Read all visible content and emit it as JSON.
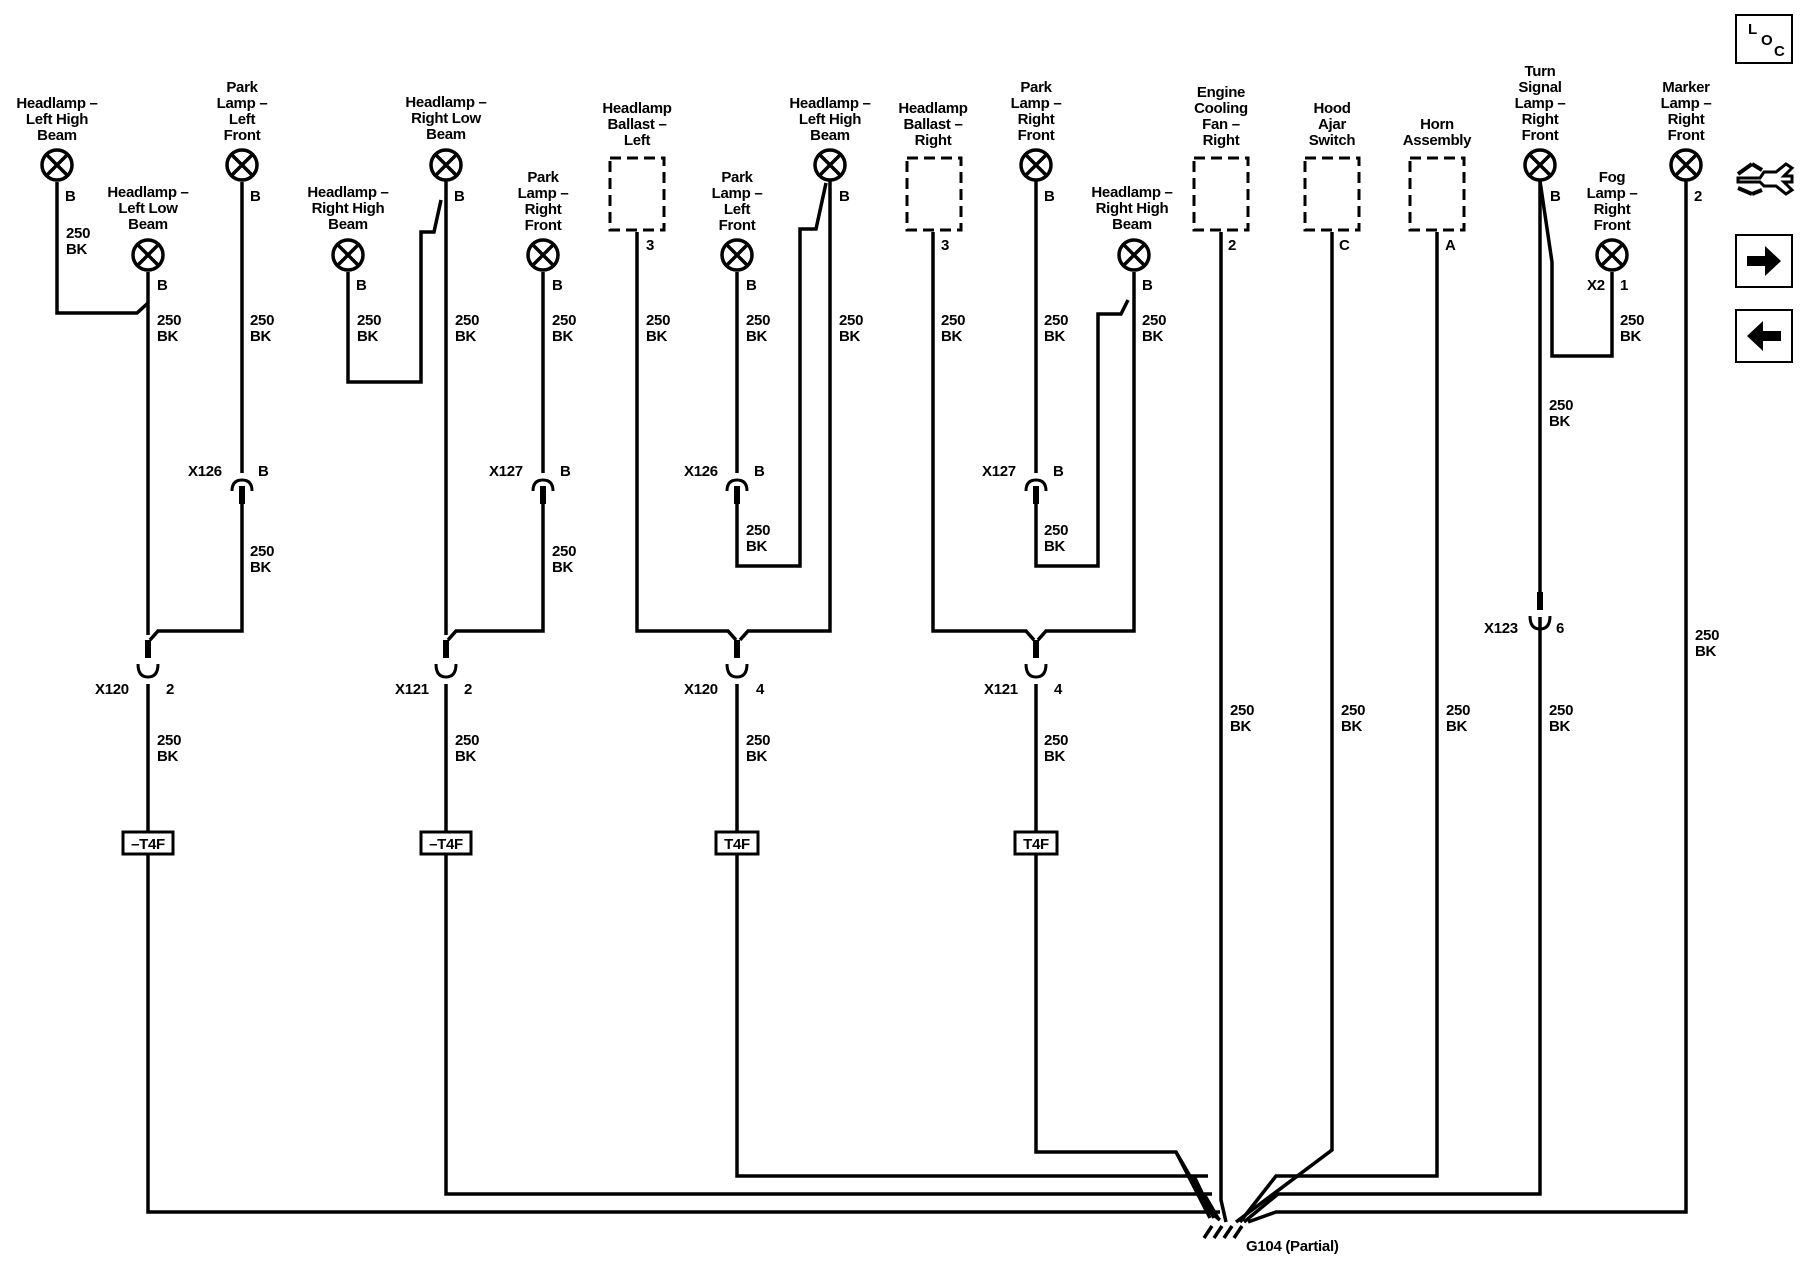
{
  "components": {
    "hl_left_high": [
      "Headlamp –",
      "Left High",
      "Beam"
    ],
    "hl_left_low": [
      "Headlamp –",
      "Left Low",
      "Beam"
    ],
    "park_left_front_1": [
      "Park",
      "Lamp –",
      "Left",
      "Front"
    ],
    "hl_right_high_1": [
      "Headlamp –",
      "Right High",
      "Beam"
    ],
    "hl_right_low": [
      "Headlamp –",
      "Right Low",
      "Beam"
    ],
    "park_right_front_1": [
      "Park",
      "Lamp –",
      "Right",
      "Front"
    ],
    "ballast_left": [
      "Headlamp",
      "Ballast –",
      "Left"
    ],
    "park_left_front_2": [
      "Park",
      "Lamp –",
      "Left",
      "Front"
    ],
    "hl_left_high_2": [
      "Headlamp –",
      "Left High",
      "Beam"
    ],
    "ballast_right": [
      "Headlamp",
      "Ballast –",
      "Right"
    ],
    "park_right_front_2": [
      "Park",
      "Lamp –",
      "Right",
      "Front"
    ],
    "hl_right_high_2": [
      "Headlamp –",
      "Right High",
      "Beam"
    ],
    "cooling_fan": [
      "Engine",
      "Cooling",
      "Fan –",
      "Right"
    ],
    "hood_ajar": [
      "Hood",
      "Ajar",
      "Switch"
    ],
    "horn": [
      "Horn",
      "Assembly"
    ],
    "turn_signal": [
      "Turn",
      "Signal",
      "Lamp –",
      "Right",
      "Front"
    ],
    "fog_lamp": [
      "Fog",
      "Lamp –",
      "Right",
      "Front"
    ],
    "marker_lamp": [
      "Marker",
      "Lamp –",
      "Right",
      "Front"
    ]
  },
  "pins": {
    "B": "B",
    "one": "1",
    "two": "2",
    "three": "3",
    "four": "4",
    "six": "6",
    "A": "A",
    "C": "C"
  },
  "wire": {
    "gauge": "250",
    "color": "BK"
  },
  "connectors": {
    "x120": "X120",
    "x121": "X121",
    "x126": "X126",
    "x127": "X127",
    "x123": "X123",
    "x2": "X2"
  },
  "splices": {
    "neg_t4f": "–T4F",
    "t4f": "T4F"
  },
  "ground": {
    "label": "G104 (Partial)"
  },
  "side_panel": {
    "loc_l": "L",
    "loc_o": "O",
    "loc_c": "C"
  }
}
